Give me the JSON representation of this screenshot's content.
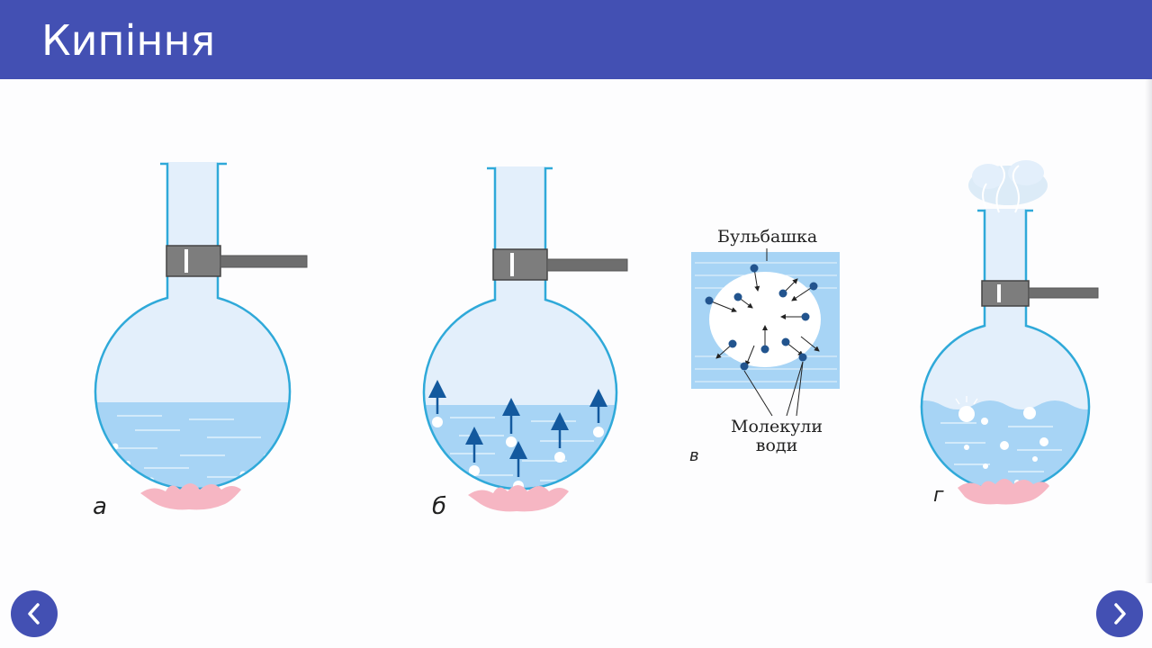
{
  "header": {
    "title": "Кипіння"
  },
  "figure": {
    "captions": {
      "a": "а",
      "b": "б",
      "v": "в",
      "g": "г"
    },
    "labels": {
      "bubble": "Бульбашка",
      "molecules_line1": "Молекули",
      "molecules_line2": "води"
    }
  },
  "colors": {
    "header": "#4350b3",
    "water": "#a7d4f5",
    "air": "#e3effb",
    "outline": "#2fa9d9",
    "flame": "#f6b6c3",
    "clamp": "#7d7d7d",
    "arrow": "#13599e",
    "molecule": "#22548e"
  },
  "nav": {
    "prev_icon": "chevron-left-icon",
    "next_icon": "chevron-right-icon"
  }
}
